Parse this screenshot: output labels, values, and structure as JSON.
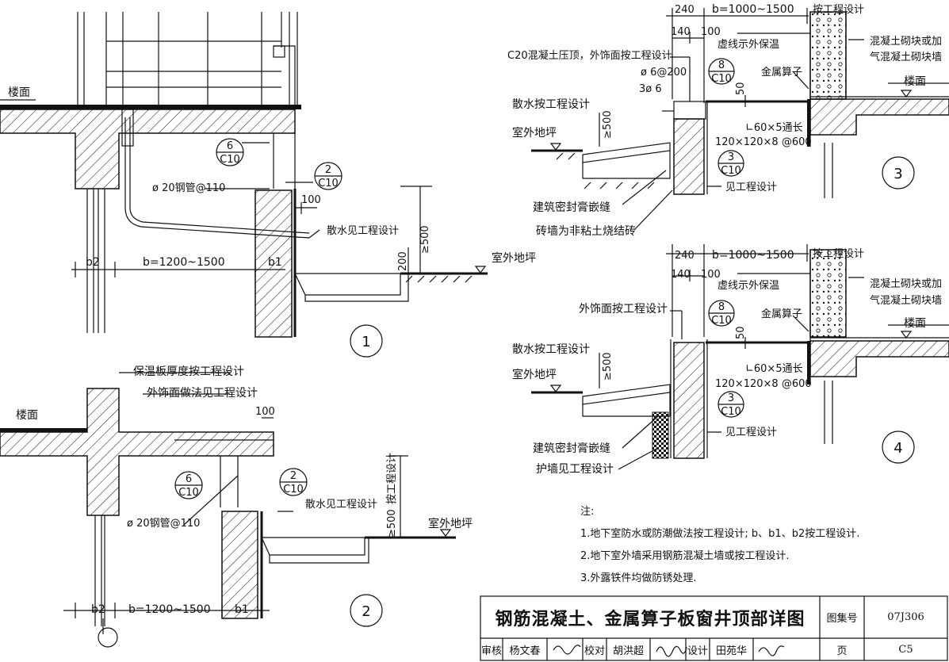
{
  "detail1": {
    "floor": "楼面",
    "pipe": "ø 20钢管@110",
    "ref_c6_top": "6",
    "ref_c6_bot": "C10",
    "ref_c2_top": "2",
    "ref_c2_bot": "C10",
    "dim_100": "100",
    "drain": "散水见工程设计",
    "dim_500": "≥500",
    "dim_200": "200",
    "ground": "室外地坪",
    "b2": "b2",
    "b": "b=1200~1500",
    "b1": "b1",
    "index": "1"
  },
  "detail2": {
    "insulation": "保温板厚度按工程设计",
    "finish": "外饰面做法见工程设计",
    "dim_100": "100",
    "floor": "楼面",
    "ref_c6_top": "6",
    "ref_c6_bot": "C10",
    "ref_c2_top": "2",
    "ref_c2_bot": "C10",
    "pipe": "ø 20钢管@110",
    "drain": "散水见工程设计",
    "dim_500": "≥500",
    "per_design": "按工程设计",
    "ground": "室外地坪",
    "b2": "b2",
    "b": "b=1200~1500",
    "b1": "b1",
    "index": "2"
  },
  "detail3": {
    "dim_240": "240",
    "dim_b": "b=1000~1500",
    "per_design": "按工程设计",
    "dim_140": "140",
    "dim_100": "100",
    "dashed": "虚线示外保温",
    "blocks1": "混凝土砌块或加",
    "blocks2": "气混凝土砌块墙",
    "coping": "C20混凝土压顶，外饰面按工程设计",
    "rebar1": "ø 6@200",
    "ref_c8_top": "8",
    "ref_c8_bot": "C10",
    "grate": "金属算子",
    "rebar2": "3ø 6",
    "dim_50": "50",
    "floor": "楼面",
    "drain": "散水按工程设计",
    "dim_500": "≥500",
    "ground": "室外地坪",
    "angle": "∟60×5通长",
    "plate": "120×120×8 @600",
    "ref_c3_top": "3",
    "ref_c3_bot": "C10",
    "see": "见工程设计",
    "sealant": "建筑密封膏嵌缝",
    "brick": "砖墙为非粘土烧结砖",
    "index": "3"
  },
  "detail4": {
    "dim_240": "240",
    "dim_b": "b=1000~1500",
    "per_design": "按工程设计",
    "dim_140": "140",
    "dim_100": "100",
    "dashed": "虚线示外保温",
    "blocks1": "混凝土砌块或加",
    "blocks2": "气混凝土砌块墙",
    "finish": "外饰面按工程设计",
    "ref_c8_top": "8",
    "ref_c8_bot": "C10",
    "grate": "金属算子",
    "dim_50": "50",
    "floor": "楼面",
    "drain": "散水按工程设计",
    "dim_500": "≥500",
    "ground": "室外地坪",
    "angle": "∟60×5通长",
    "plate": "120×120×8 @600",
    "ref_c3_top": "3",
    "ref_c3_bot": "C10",
    "see": "见工程设计",
    "sealant": "建筑密封膏嵌缝",
    "guard": "护墙见工程设计",
    "index": "4"
  },
  "notes": {
    "heading": "注:",
    "n1": "1.地下室防水或防潮做法按工程设计; b、b1、b2按工程设计.",
    "n2": "2.地下室外墙采用钢筋混凝土墙或按工程设计.",
    "n3": "3.外露铁件均做防锈处理."
  },
  "title_block": {
    "title": "钢筋混凝土、金属算子板窗井顶部详图",
    "atlas_label": "图集号",
    "atlas_no": "07J306",
    "review_label": "审核",
    "reviewer": "杨文春",
    "check_label": "校对",
    "checker": "胡洪超",
    "design_label": "设计",
    "designer": "田苑华",
    "page_label": "页",
    "page_no": "C5"
  }
}
